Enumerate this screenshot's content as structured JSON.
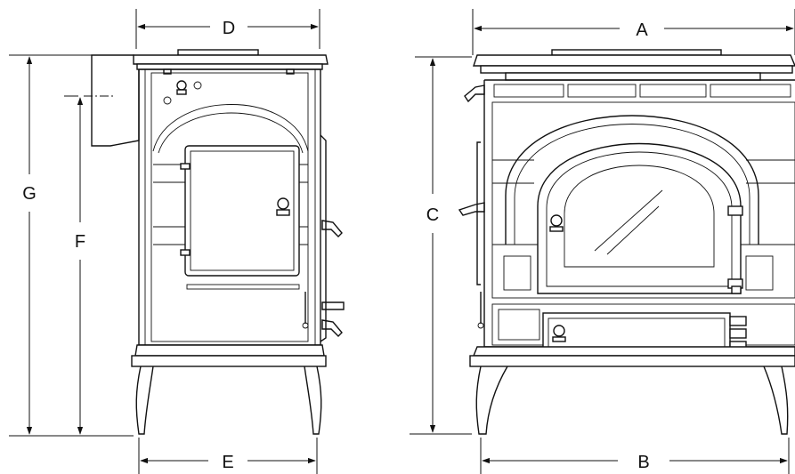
{
  "dimensions": {
    "A": "A",
    "B": "B",
    "C": "C",
    "D": "D",
    "E": "E",
    "F": "F",
    "G": "G"
  },
  "views": {
    "side": {
      "icon": "stove-side-view"
    },
    "front": {
      "icon": "stove-front-view"
    }
  }
}
